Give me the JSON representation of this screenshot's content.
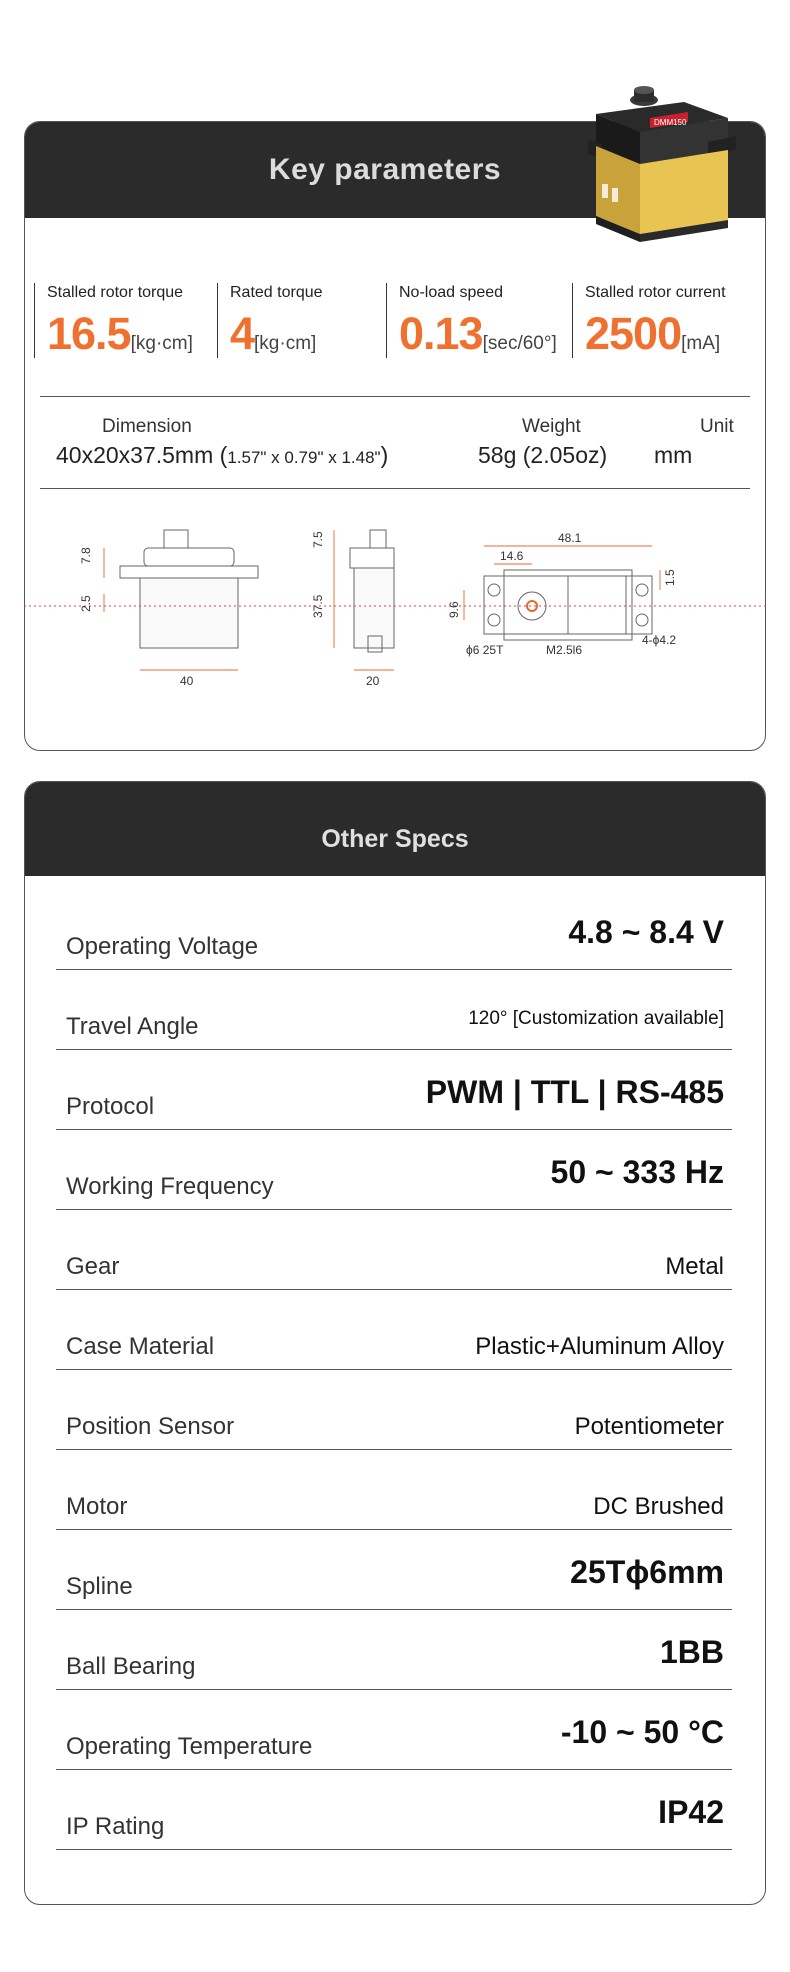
{
  "key_parameters": {
    "title": "Key parameters",
    "servo_label": "DMM150",
    "stats": [
      {
        "label": "Stalled rotor torque",
        "value": "16.5",
        "unit": "[kg·cm]"
      },
      {
        "label": "Rated torque",
        "value": "4",
        "unit": "[kg·cm]"
      },
      {
        "label": "No-load speed",
        "value": "0.13",
        "unit": "[sec/60°]"
      },
      {
        "label": "Stalled rotor current",
        "value": "2500",
        "unit": "[mA]"
      }
    ],
    "dimension": {
      "label": "Dimension",
      "value": "40x20x37.5mm (",
      "value_inch": "1.57\" x 0.79\" x 1.48\"",
      "value_close": ")"
    },
    "weight": {
      "label": "Weight",
      "value": "58g (2.05oz)"
    },
    "unit": {
      "label": "Unit",
      "value": "mm"
    },
    "drawing_labels": {
      "front_height": "7.8",
      "front_offset": "2.5",
      "front_width": "40",
      "side_top": "7.5",
      "side_height": "37.5",
      "side_width": "20",
      "top_length": "48.1",
      "top_offset": "14.6",
      "top_right": "1.5",
      "top_hole_spacing": "9.6",
      "spline": "ϕ6 25T",
      "screw": "M2.5l6",
      "holes": "4-ϕ4.2"
    }
  },
  "other_specs": {
    "title": "Other Specs",
    "rows": [
      {
        "label": "Operating Voltage",
        "value": "4.8 ~ 8.4 V",
        "style": "big"
      },
      {
        "label": "Travel Angle",
        "value": "120° [Customization available]",
        "style": "small"
      },
      {
        "label": "Protocol",
        "value": "PWM | TTL | RS-485",
        "style": "big"
      },
      {
        "label": "Working Frequency",
        "value": "50 ~ 333 Hz",
        "style": "big"
      },
      {
        "label": "Gear",
        "value": "Metal",
        "style": "mid"
      },
      {
        "label": "Case Material",
        "value": "Plastic+Aluminum Alloy",
        "style": "mid"
      },
      {
        "label": "Position Sensor",
        "value": "Potentiometer",
        "style": "mid"
      },
      {
        "label": "Motor",
        "value": "DC Brushed",
        "style": "mid"
      },
      {
        "label": "Spline",
        "value": "25Tϕ6mm",
        "style": "big"
      },
      {
        "label": "Ball Bearing",
        "value": "1BB",
        "style": "big"
      },
      {
        "label": "Operating Temperature",
        "value": "-10 ~ 50 °C",
        "style": "big"
      },
      {
        "label": "IP Rating",
        "value": "IP42",
        "style": "big"
      }
    ]
  },
  "colors": {
    "accent": "#f07030",
    "header_bg": "#2b2b2b",
    "drawing_line": "#e06a30"
  }
}
